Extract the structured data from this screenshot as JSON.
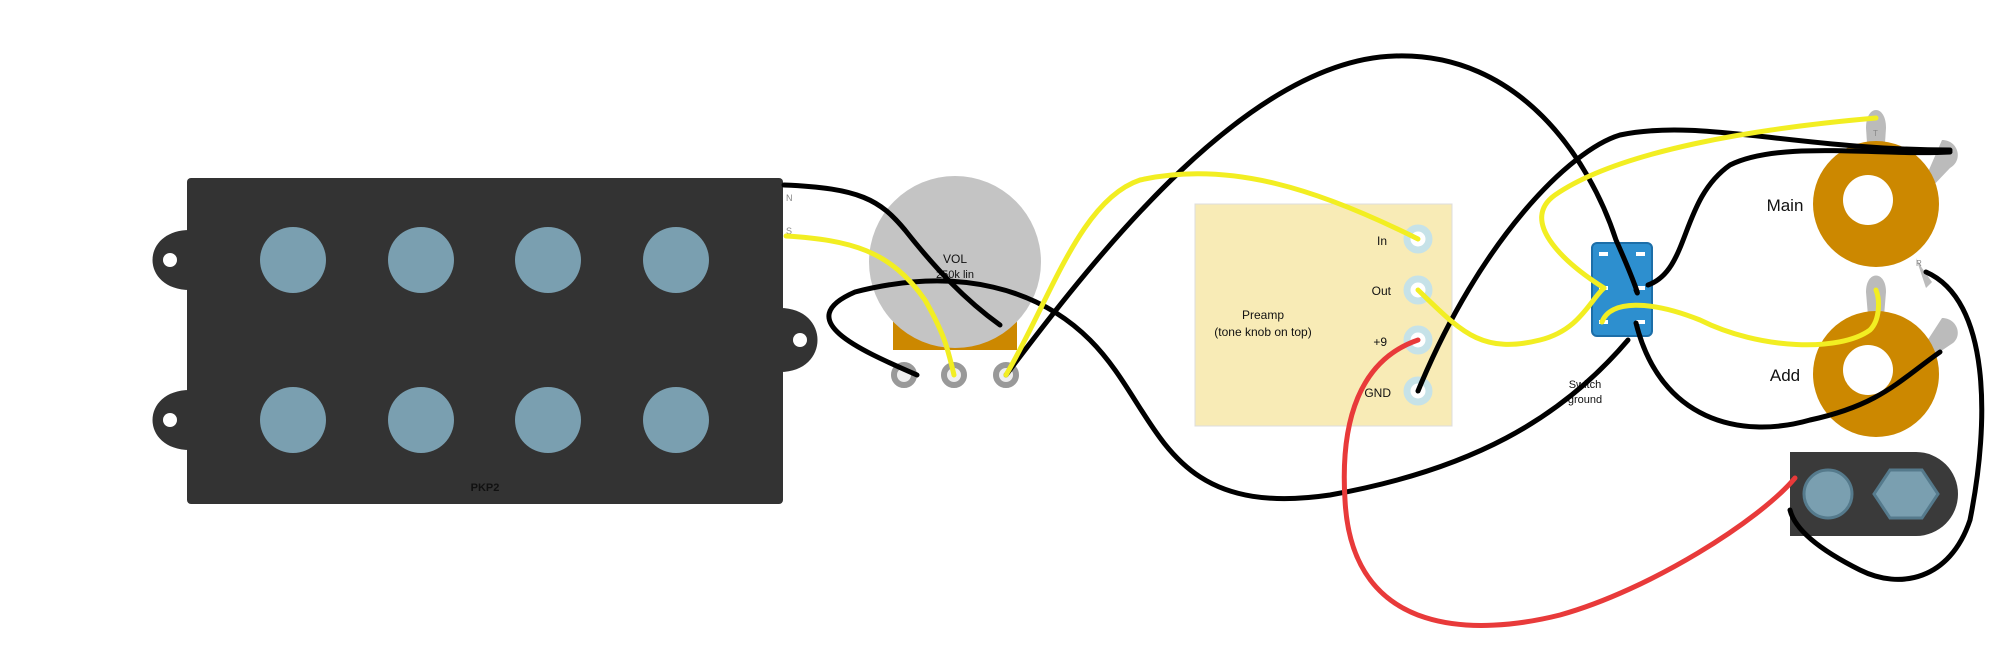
{
  "pickup": {
    "model": "PKP2",
    "coil_north": "N",
    "coil_south": "S"
  },
  "volume_pot": {
    "label": "VOL",
    "value_label": "250k lin"
  },
  "preamp": {
    "title": "Preamp",
    "subtitle": "(tone knob on top)",
    "ports": [
      "In",
      "Out",
      "+9",
      "GND"
    ]
  },
  "switch": {
    "label_line1": "Switch",
    "label_line2": "ground"
  },
  "jacks": {
    "main": "Main",
    "add": "Add",
    "tip": "T",
    "ring": "R"
  },
  "colors": {
    "pickup_body": "#333333",
    "pole_piece": "#7a9fb0",
    "wire_black": "#000000",
    "wire_yellow": "#f2ee22",
    "wire_red": "#e83a3a",
    "preamp_board": "#f8ebb6",
    "switch_body": "#2d8fcf",
    "jack_body": "#cc8800"
  }
}
